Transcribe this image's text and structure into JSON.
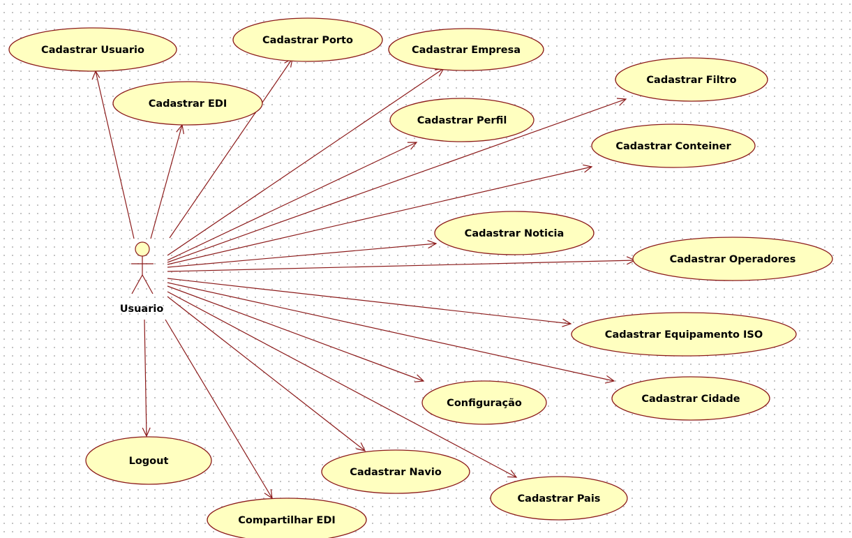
{
  "actor": {
    "name": "Usuario"
  },
  "use_cases": [
    {
      "id": "cadastrar-usuario",
      "label": "Cadastrar Usuario"
    },
    {
      "id": "cadastrar-porto",
      "label": "Cadastrar Porto"
    },
    {
      "id": "cadastrar-empresa",
      "label": "Cadastrar Empresa"
    },
    {
      "id": "cadastrar-filtro",
      "label": "Cadastrar Filtro"
    },
    {
      "id": "cadastrar-edi",
      "label": "Cadastrar EDI"
    },
    {
      "id": "cadastrar-perfil",
      "label": "Cadastrar Perfil"
    },
    {
      "id": "cadastrar-conteiner",
      "label": "Cadastrar Conteiner"
    },
    {
      "id": "cadastrar-noticia",
      "label": "Cadastrar Noticia"
    },
    {
      "id": "cadastrar-operadores",
      "label": "Cadastrar Operadores"
    },
    {
      "id": "cadastrar-equipamento-iso",
      "label": "Cadastrar Equipamento ISO"
    },
    {
      "id": "configuracao",
      "label": "Configuração"
    },
    {
      "id": "cadastrar-cidade",
      "label": "Cadastrar Cidade"
    },
    {
      "id": "logout",
      "label": "Logout"
    },
    {
      "id": "cadastrar-navio",
      "label": "Cadastrar Navio"
    },
    {
      "id": "cadastrar-pais",
      "label": "Cadastrar Pais"
    },
    {
      "id": "compartilhar-edi",
      "label": "Compartilhar EDI"
    }
  ],
  "colors": {
    "use_case_fill": "#ffffc0",
    "stroke": "#8b1a1a",
    "grid_dot": "#b4b4b4"
  }
}
